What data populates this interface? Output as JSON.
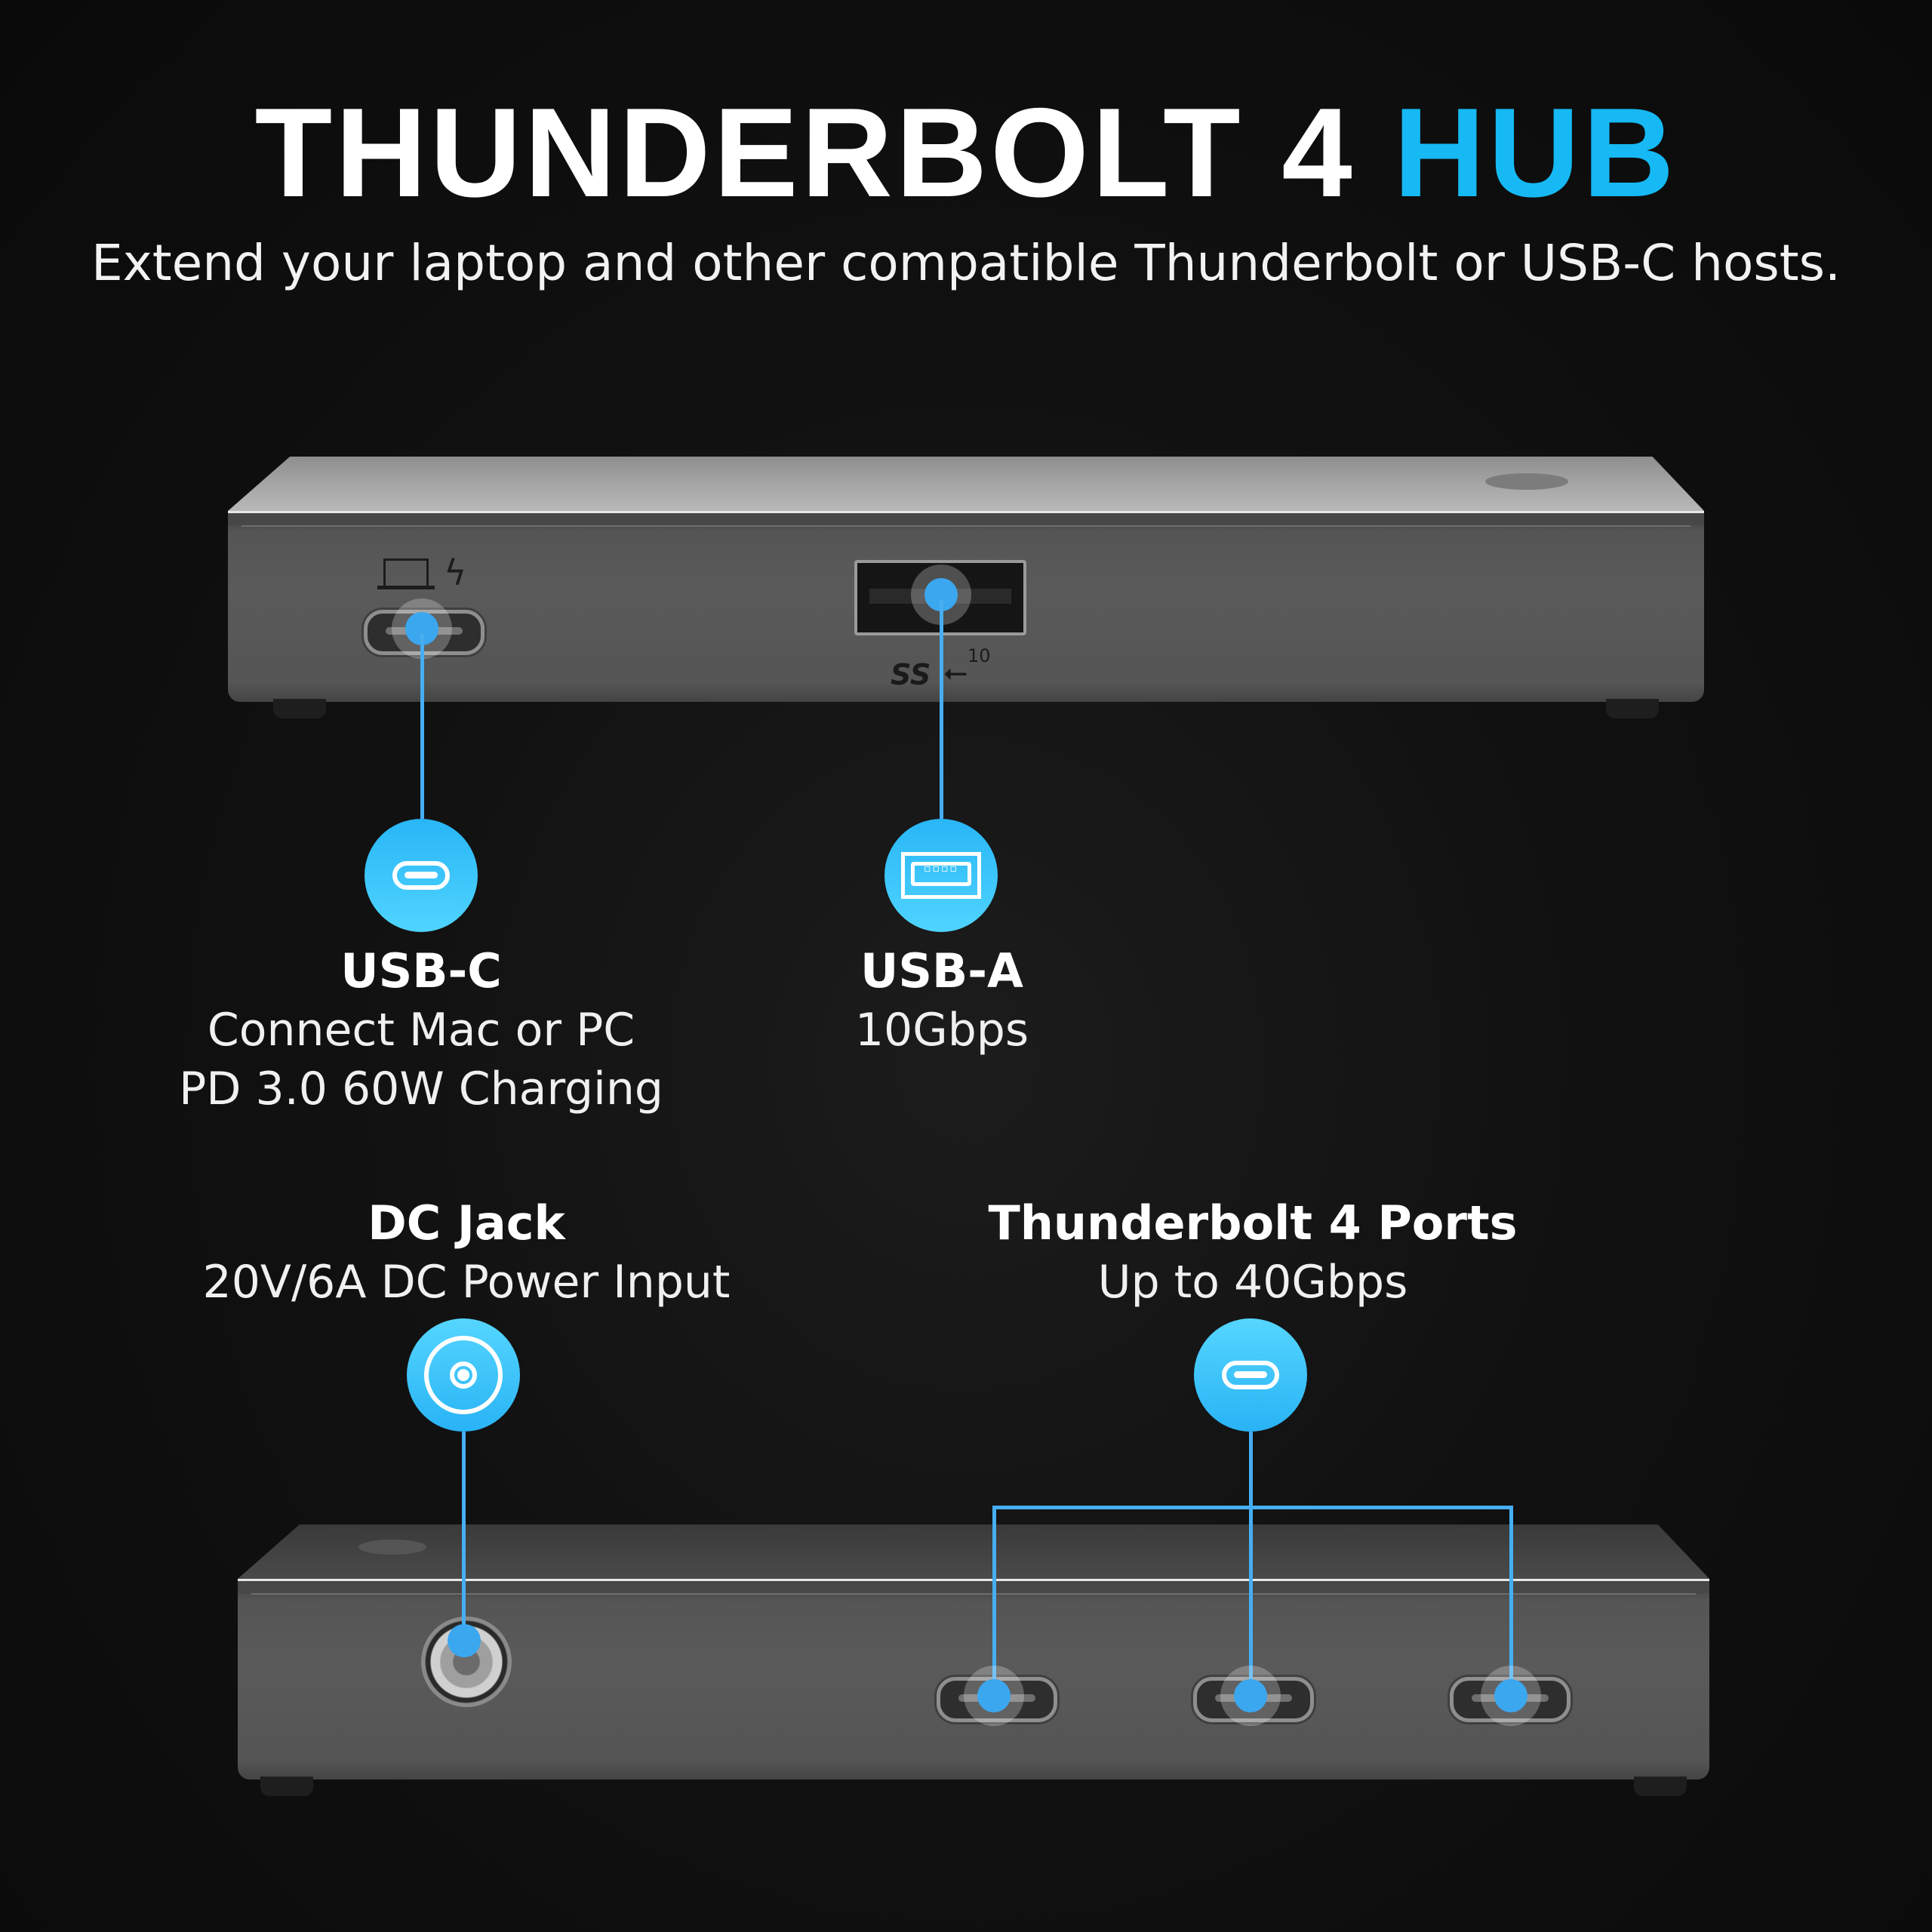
{
  "header": {
    "title_main": "THUNDERBOLT 4",
    "title_accent": "HUB",
    "subtitle": "Extend your laptop and other compatible Thunderbolt or USB-C hosts."
  },
  "colors": {
    "accent": "#16b9f3",
    "callout": "#3ba7ef",
    "background": "#0d0d0d",
    "device": "#555555"
  },
  "front_device": {
    "ports": [
      {
        "type": "usb-c",
        "markings": [
          "laptop-icon",
          "thunderbolt-icon"
        ]
      },
      {
        "type": "usb-a",
        "markings": [
          "SS",
          "usb-trident-icon",
          "10"
        ]
      }
    ],
    "silkscreen_ss": "SS",
    "silkscreen_10": "10"
  },
  "callouts": {
    "usb_c": {
      "icon": "usb-c-icon",
      "title": "USB-C",
      "lines": [
        "Connect Mac or PC",
        "PD 3.0 60W Charging"
      ]
    },
    "usb_a": {
      "icon": "usb-a-icon",
      "title": "USB-A",
      "lines": [
        "10Gbps"
      ]
    },
    "dc_jack": {
      "icon": "dc-jack-icon",
      "title": "DC Jack",
      "lines": [
        "20V/6A DC Power Input"
      ]
    },
    "tb4": {
      "icon": "usb-c-icon",
      "title": "Thunderbolt 4 Ports",
      "lines": [
        "Up to 40Gbps"
      ]
    }
  },
  "back_device": {
    "ports": [
      {
        "type": "dc-jack"
      },
      {
        "type": "thunderbolt-4"
      },
      {
        "type": "thunderbolt-4"
      },
      {
        "type": "thunderbolt-4"
      }
    ]
  }
}
